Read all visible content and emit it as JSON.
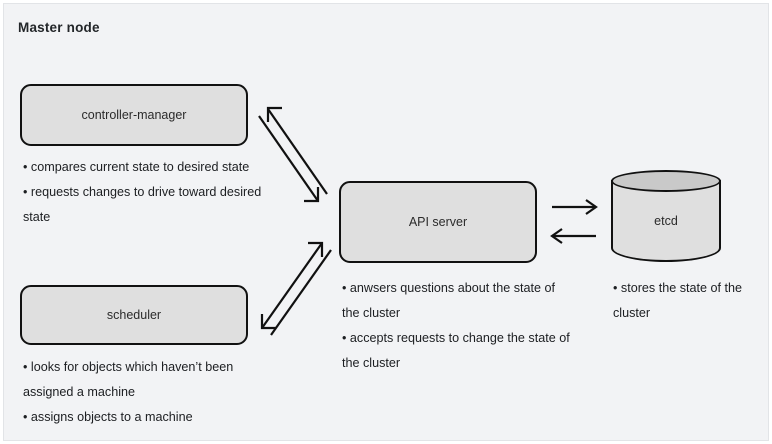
{
  "diagram": {
    "title": "Master node",
    "nodes": [
      {
        "id": "controller-manager",
        "label": "controller-manager",
        "shape": "rounded-rect"
      },
      {
        "id": "scheduler",
        "label": "scheduler",
        "shape": "rounded-rect"
      },
      {
        "id": "api-server",
        "label": "API server",
        "shape": "rounded-rect"
      },
      {
        "id": "etcd",
        "label": "etcd",
        "shape": "cylinder"
      }
    ],
    "descriptions": {
      "controller_manager": "• compares current state to desired state\n• requests changes to drive toward desired state",
      "scheduler": "• looks for objects which haven’t been assigned  a machine\n• assigns objects to a machine",
      "api_server": "• anwsers questions about the state of the cluster\n•  accepts requests to change the state of the cluster",
      "etcd": "• stores the state of the cluster"
    },
    "connectors": [
      {
        "id": "controller-manager-to-api-server",
        "style": "open-double-arrow",
        "from": "controller-manager",
        "to": "api-server"
      },
      {
        "id": "scheduler-to-api-server",
        "style": "open-double-arrow",
        "from": "scheduler",
        "to": "api-server"
      },
      {
        "id": "api-server-to-etcd",
        "style": "line-arrow",
        "from": "api-server",
        "to": "etcd"
      },
      {
        "id": "etcd-to-api-server",
        "style": "line-arrow",
        "from": "etcd",
        "to": "api-server"
      }
    ],
    "colors": {
      "panel_background": "#f2f3f5",
      "node_fill": "#dfdfdf",
      "cylinder_top_fill": "#c9c9c9",
      "stroke": "#111111",
      "text": "#1c1e21"
    }
  }
}
